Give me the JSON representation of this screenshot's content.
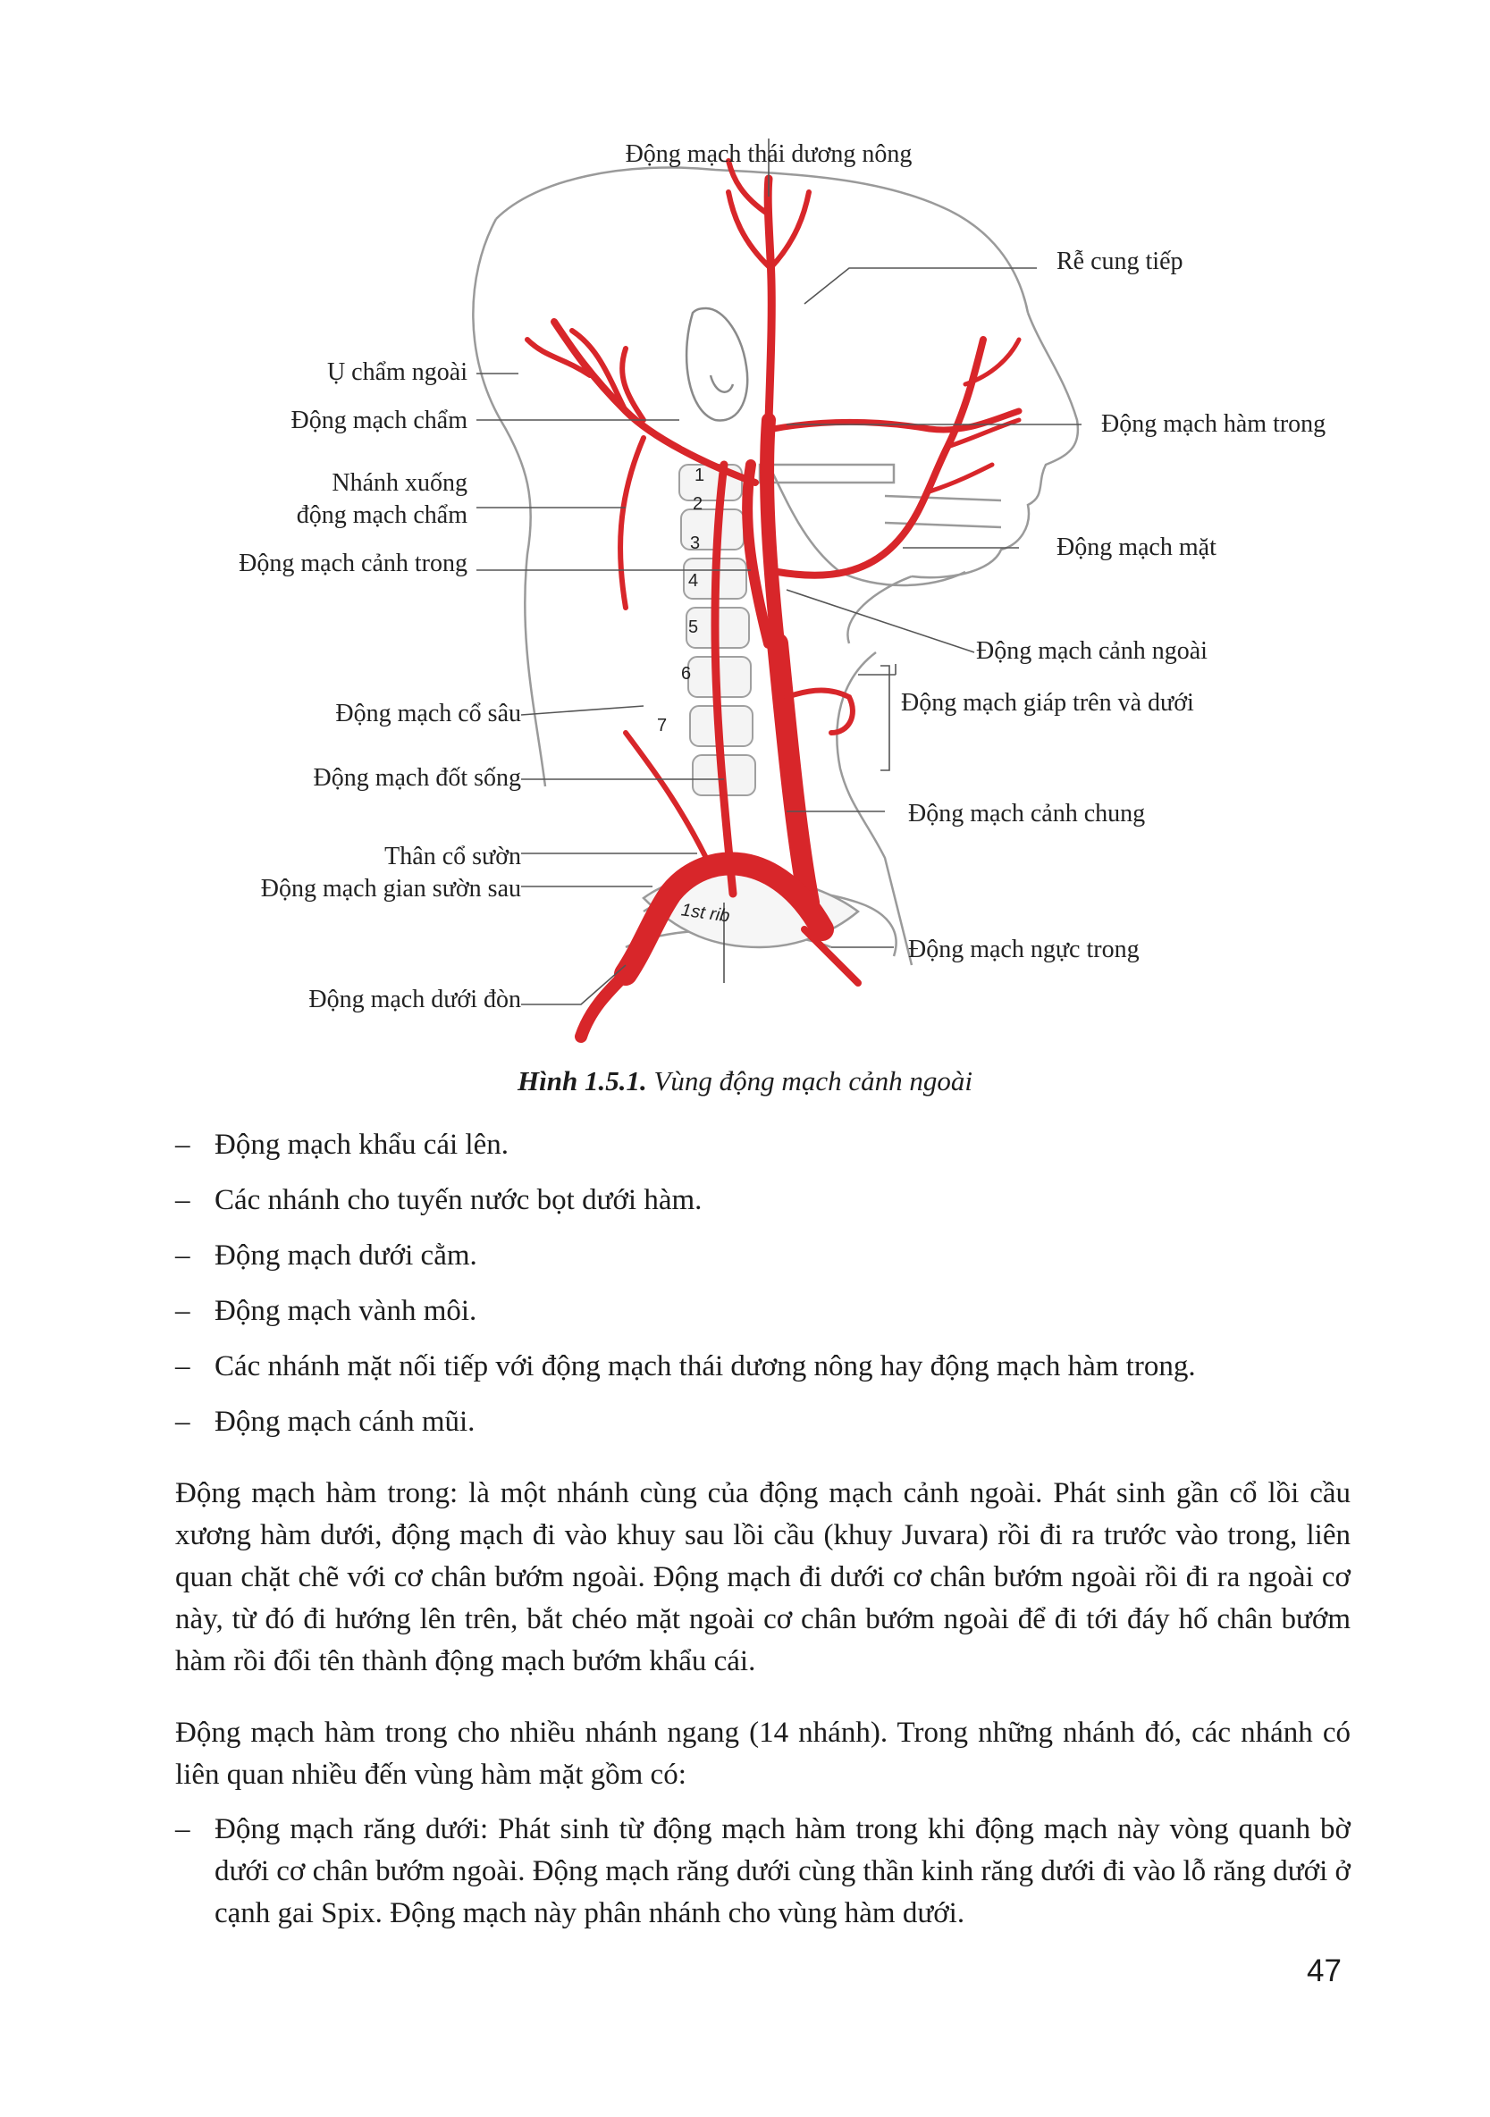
{
  "figure": {
    "labels": {
      "sup_temporal": "Động mạch thái dương nông",
      "root_zygoma": "Rễ cung tiếp",
      "occ_protuberance": "Ụ chẩm ngoài",
      "occipital_artery": "Động mạch chẩm",
      "maxillary_artery": "Động mạch hàm trong",
      "desc_branch_1": "Nhánh xuống",
      "desc_branch_2": "động mạch chẩm",
      "facial_artery": "Động mạch mặt",
      "internal_carotid": "Động mạch cảnh trong",
      "external_carotid": "Động mạch cảnh ngoài",
      "thyroid_arteries": "Động mạch giáp trên và dưới",
      "deep_cervical": "Động mạch cổ sâu",
      "vertebral": "Động mạch đốt sống",
      "common_carotid": "Động mạch cảnh chung",
      "costocervical": "Thân cổ sườn",
      "post_intercostal": "Động mạch gian sườn sau",
      "internal_thoracic": "Động mạch ngực trong",
      "subclavian": "Động mạch dưới đòn"
    },
    "vertebra_numbers": [
      "1",
      "2",
      "3",
      "4",
      "5",
      "6",
      "7"
    ],
    "rib_label": "1st rib",
    "artery_color": "#d8262a"
  },
  "caption": {
    "number": "Hình 1.5.1.",
    "title": "Vùng động mạch cảnh ngoài"
  },
  "list1": [
    "Động mạch khẩu cái lên.",
    "Các nhánh cho tuyến nước bọt dưới hàm.",
    "Động mạch dưới cằm.",
    "Động mạch vành môi.",
    "Các nhánh mặt nối tiếp với động mạch thái dương nông hay động mạch hàm trong.",
    "Động mạch cánh mũi."
  ],
  "para1": "Động mạch hàm trong: là một nhánh cùng của động mạch cảnh ngoài. Phát sinh gần cổ lồi cầu xương hàm dưới, động mạch đi vào khuy sau lồi cầu (khuy Juvara) rồi đi ra trước vào trong, liên quan chặt chẽ với cơ chân bướm ngoài. Động mạch đi dưới cơ chân bướm ngoài rồi đi ra ngoài cơ này, từ đó đi hướng lên trên, bắt chéo mặt ngoài cơ chân bướm ngoài để đi tới đáy hố chân bướm hàm rồi đổi tên thành động mạch bướm khẩu cái.",
  "para2": "Động mạch hàm trong cho nhiều nhánh ngang (14 nhánh). Trong những nhánh đó, các nhánh có liên quan nhiều đến vùng hàm mặt gồm có:",
  "list2": [
    "Động mạch răng dưới: Phát sinh từ động mạch hàm trong khi động mạch này vòng quanh bờ dưới cơ chân bướm ngoài. Động mạch răng dưới cùng thần kinh răng dưới đi vào lỗ răng dưới ở cạnh gai Spix. Động mạch này phân nhánh cho vùng hàm dưới."
  ],
  "page_number": "47"
}
